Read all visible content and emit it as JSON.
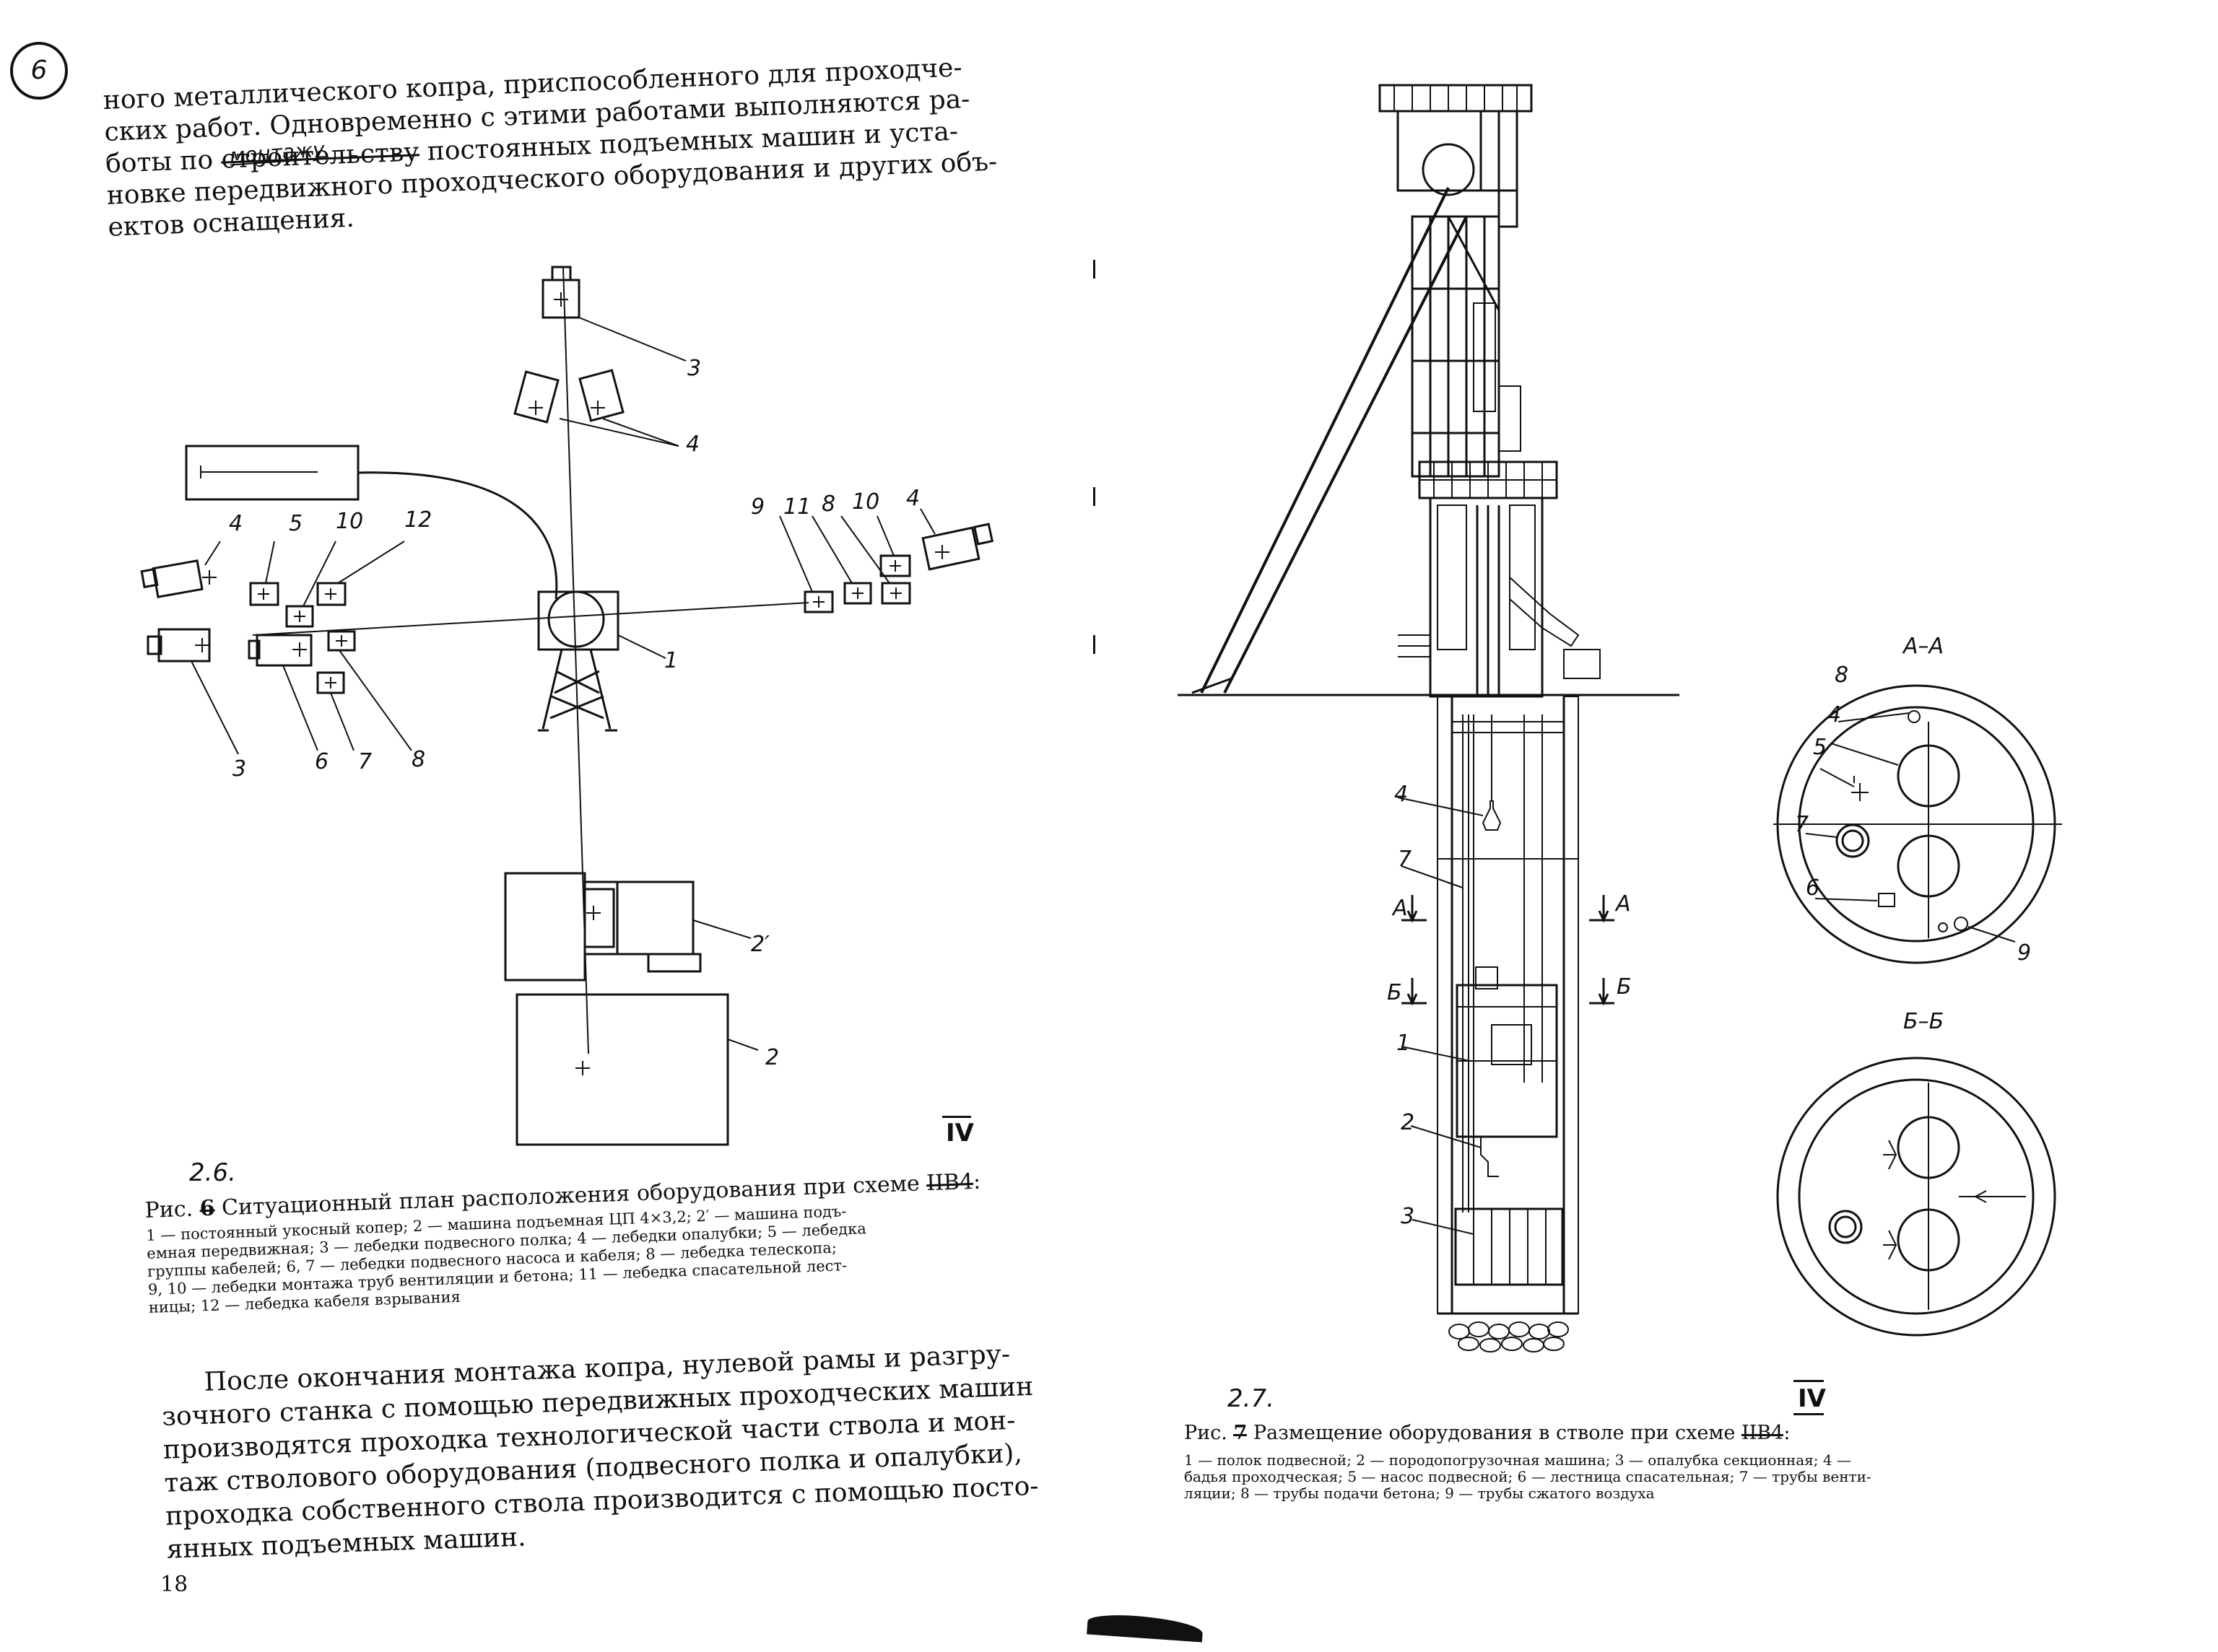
{
  "left": {
    "intro_lines": [
      "ного металлического копра, приспособленного для проходче-",
      "ских работ. Одновременно с этими работами выполняются ра-",
      "боты по строительству постоянных подъемных машин и уста-",
      "новке передвижного проходческого оборудования и других объ-",
      "ектов оснащения."
    ],
    "intro_line3": {
      "before": "боты по ",
      "struck": "строительству",
      "after": " постоянных подъемных машин и уста-"
    },
    "handwritten_correction": "монтажу",
    "page_mark": "6",
    "figure": {
      "hand_number": "2.6.",
      "caption_prefix": "Рис.",
      "caption_struck_number": "6",
      "caption_text": "Ситуационный план расположения оборудования при схеме",
      "caption_struck_scheme": "IIB4",
      "caption_suffix": ":",
      "roman": "IV",
      "legend_lines": [
        "1 — постоянный укосный копер; 2 — машина подъемная ЦП 4×3,2; 2′ — машина подъ-",
        "емная передвижная; 3 — лебедки подвесного полка; 4 — лебедки опалубки; 5 — лебедка",
        "группы кабелей; 6, 7 — лебедки подвесного насоса и кабеля; 8 — лебедка телескопа;",
        "9, 10 — лебедки монтажа труб вентиляции и бетона; 11 — лебедка спасательной лест-",
        "ницы; 12 — лебедка кабеля взрывания"
      ],
      "labels": {
        "l1": "1",
        "l2": "2",
        "l2p": "2′",
        "l3a": "3",
        "l3b": "3",
        "l4a": "4",
        "l4b": "4",
        "l4c": "4",
        "l5": "5",
        "l6": "6",
        "l7": "7",
        "l8a": "8",
        "l8b": "8",
        "l9": "9",
        "l10a": "10",
        "l10b": "10",
        "l11": "11",
        "l12": "12"
      }
    },
    "body_lines": [
      "После окончания монтажа копра, нулевой рамы и разгру-",
      "зочного станка с помощью передвижных проходческих машин",
      "производятся проходка технологической части ствола и мон-",
      "таж стволового оборудования (подвесного полка и опалубки),",
      "проходка собственного ствола производится с помощью посто-",
      "янных подъемных машин."
    ],
    "page_number": "18"
  },
  "right": {
    "figure": {
      "hand_number": "2.7.",
      "caption_prefix": "Рис.",
      "caption_struck_number": "7",
      "caption_text": "Размещение оборудования в стволе при схеме",
      "caption_struck_scheme": "IIB4",
      "caption_suffix": ":",
      "roman": "IV",
      "legend_lines": [
        "1 — полок подвесной; 2 — породопогрузочная машина; 3 — опалубка секционная; 4 —",
        "бадья проходческая; 5 — насос подвесной; 6 — лестница спасательная; 7 — трубы венти-",
        "ляции; 8 — трубы подачи бетона; 9 — трубы сжатого воздуха"
      ],
      "labels": {
        "r1": "1",
        "r2": "2",
        "r3": "3",
        "r4": "4",
        "r7": "7",
        "aL": "А",
        "aR": "А",
        "bL": "Б",
        "bR": "Б",
        "sec_a": "А–А",
        "sec_b": "Б–Б",
        "s4": "4",
        "s5": "5",
        "s6": "6",
        "s7": "7",
        "s8": "8",
        "s9": "9"
      }
    }
  }
}
